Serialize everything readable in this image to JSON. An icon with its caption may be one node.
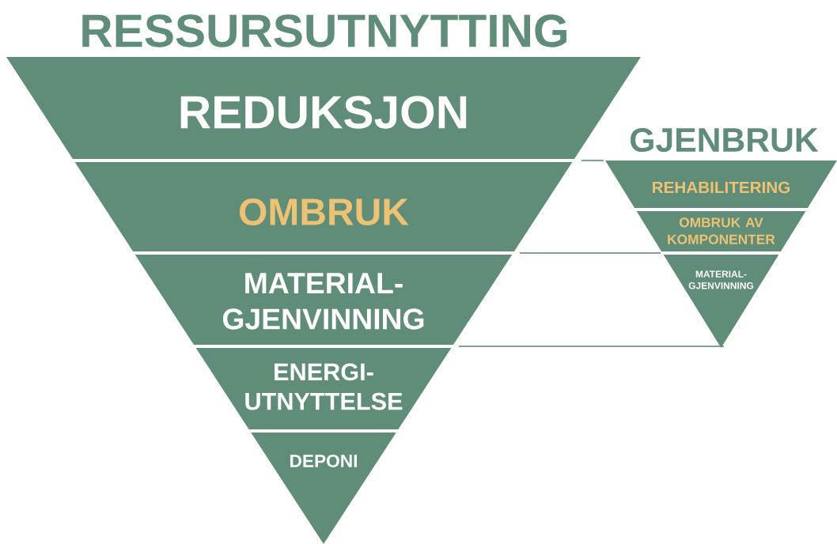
{
  "diagram": {
    "title": "RESSURSUTNYTTING",
    "nodes": [
      {
        "text": [
          "REDUKSJON"
        ]
      },
      {
        "text": [
          "OMBRUK"
        ]
      },
      {
        "text": [
          "MATERIAL- GJENVINNING"
        ]
      },
      {
        "text": [
          "ENERGI- UTNYTTELSE"
        ]
      },
      {
        "text": [
          "DEPONI"
        ]
      },
      {
        "text": [
          "REHABILITERING"
        ]
      },
      {
        "text": [
          "OMBRUK AV KOMPONENTER"
        ]
      },
      {
        "text": [
          "MATERIAL- GJENVINNING"
        ]
      }
    ],
    "labels": [
      "GJENBRUK"
    ]
  }
}
